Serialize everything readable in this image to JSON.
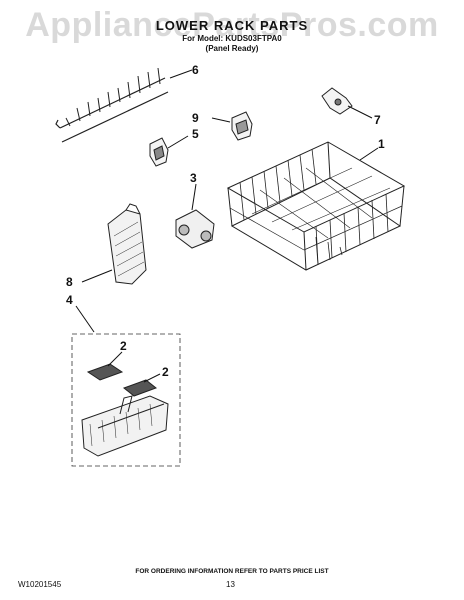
{
  "watermark": "AppliancePartsPros.com",
  "header": {
    "title": "LOWER RACK PARTS",
    "model_line": "For Model: KUDS03FTPA0",
    "panel_line": "(Panel Ready)"
  },
  "callouts": {
    "p1": "1",
    "p2a": "2",
    "p2b": "2",
    "p3": "3",
    "p4": "4",
    "p5": "5",
    "p6": "6",
    "p7": "7",
    "p8": "8",
    "p9": "9"
  },
  "parts": [
    "lower-dishrack",
    "basket-cover",
    "wheel-assembly",
    "silverware-basket-assembly",
    "rack-bumper",
    "tine-row",
    "wheel-bracket",
    "silverware-basket",
    "rack-clip"
  ],
  "footer": {
    "note": "FOR ORDERING INFORMATION REFER TO PARTS PRICE LIST",
    "code": "W10201545",
    "page": "13"
  }
}
